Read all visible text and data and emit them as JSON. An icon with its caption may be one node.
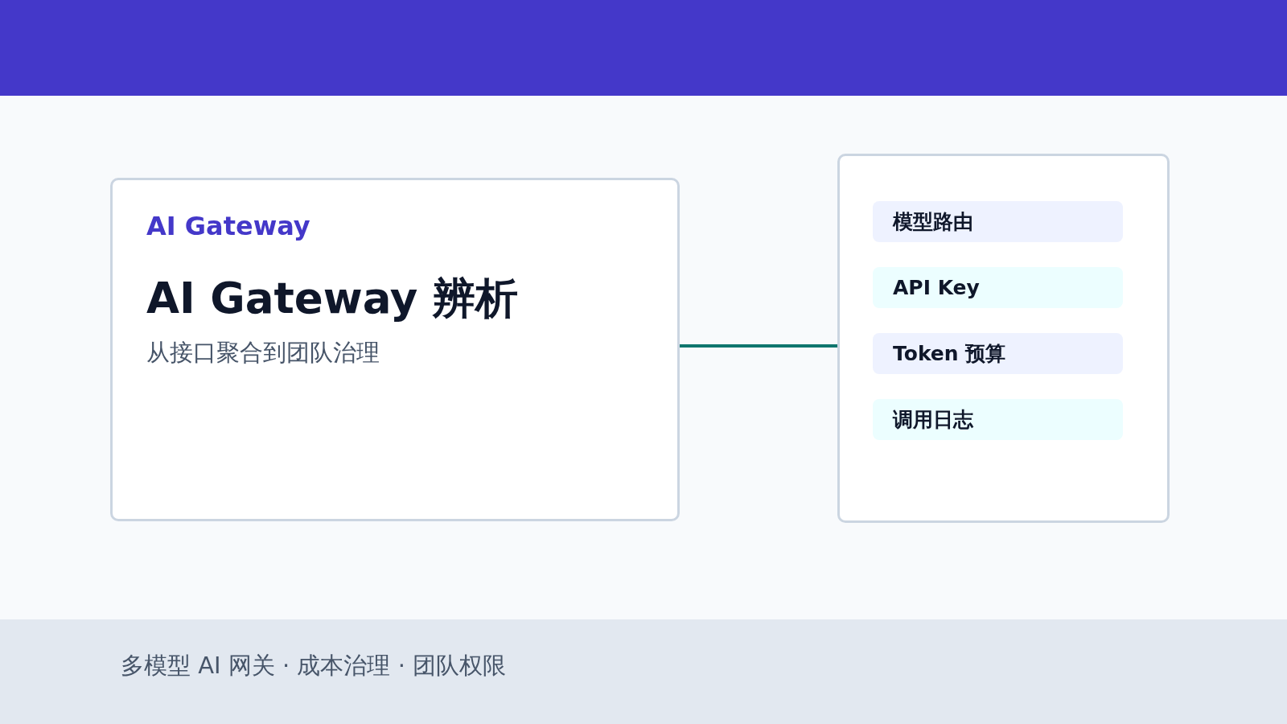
{
  "diagram": {
    "nodes": [
      {
        "text": [
          "AI Gateway",
          "AI Gateway 辨析",
          "从接口聚合到团队治理"
        ]
      },
      {
        "text": [],
        "shape": "box"
      },
      {
        "text": [
          "模型路由"
        ],
        "in": 1
      },
      {
        "text": [
          "API Key"
        ],
        "in": 1
      },
      {
        "text": [
          "Token 预算"
        ],
        "in": 1
      },
      {
        "text": [
          "调用日志"
        ],
        "in": 1
      }
    ],
    "edges": [
      {
        "from": 0,
        "to": 1,
        "arrow": "none"
      }
    ],
    "labels": [
      "多模型 AI 网关 · 成本治理 · 团队权限"
    ]
  }
}
